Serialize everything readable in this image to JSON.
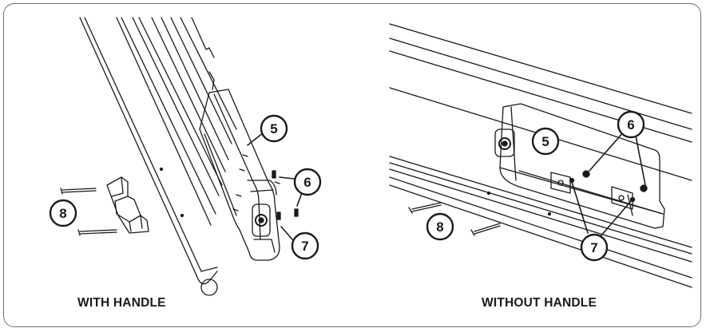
{
  "panels": [
    {
      "caption": "WITH HANDLE",
      "callouts": [
        "5",
        "6",
        "7",
        "8"
      ]
    },
    {
      "caption": "WITHOUT HANDLE",
      "callouts": [
        "5",
        "6",
        "7",
        "8"
      ]
    }
  ],
  "colors": {
    "line": "#1a1a1a",
    "frame": "#6f6f6f",
    "background": "#ffffff"
  }
}
